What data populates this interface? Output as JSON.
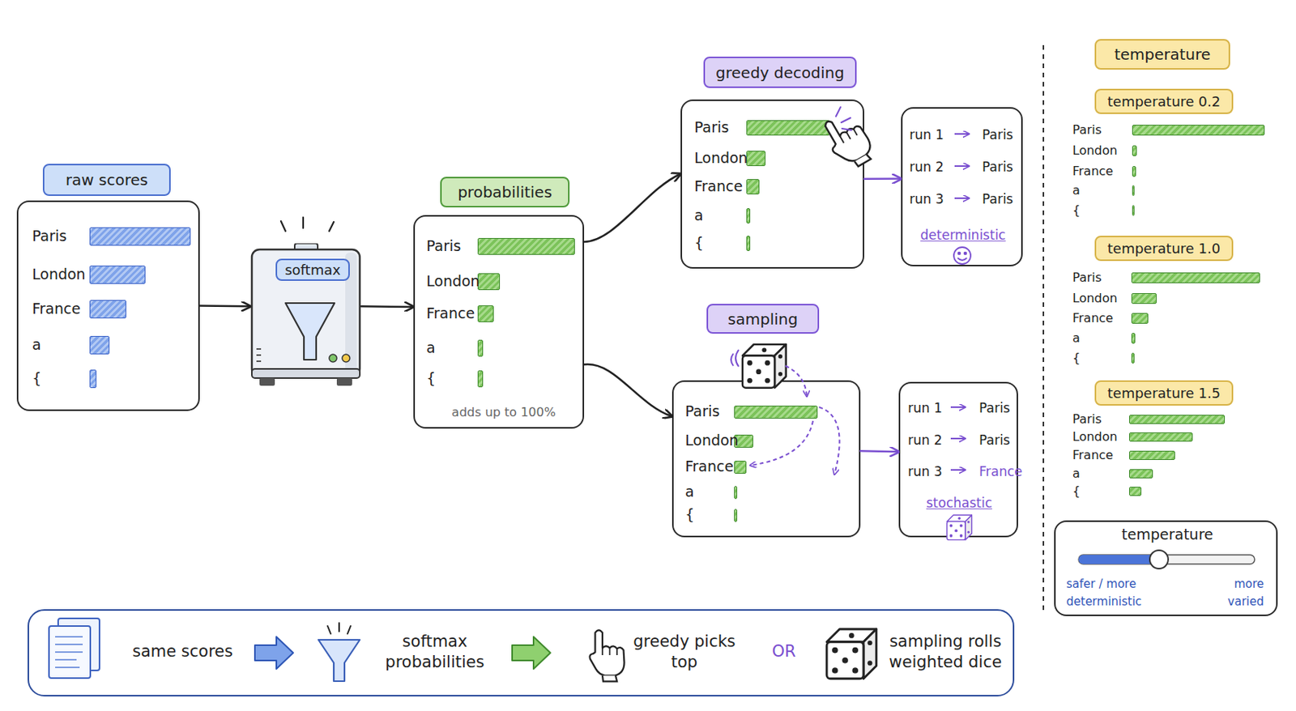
{
  "diagram": {
    "nodes": [
      {
        "text": [
          "raw scores",
          "Paris",
          "London",
          "France",
          "a",
          "{"
        ]
      },
      {
        "text": [
          "softmax"
        ]
      },
      {
        "text": [
          "probabilities",
          "Paris",
          "London",
          "France",
          "a",
          "{",
          "adds up to 100%"
        ]
      },
      {
        "text": [
          "greedy decoding",
          "Paris",
          "London",
          "France",
          "a",
          "{"
        ]
      },
      {
        "text": [
          "run 1",
          "Paris",
          "run 2",
          "Paris",
          "run 3",
          "Paris",
          "deterministic"
        ]
      },
      {
        "text": [
          "sampling",
          "Paris",
          "London",
          "France",
          "a",
          "{"
        ]
      },
      {
        "text": [
          "run 1",
          "Paris",
          "run 2",
          "Paris",
          "run 3",
          "France",
          "stochastic"
        ]
      },
      {
        "text": [
          "temperature"
        ]
      },
      {
        "text": [
          "temperature 0.2"
        ]
      },
      {
        "text": [
          "temperature 1.0"
        ]
      },
      {
        "text": [
          "temperature 1.5"
        ]
      },
      {
        "text": [
          "temperature",
          "safer / more deterministic",
          "more varied"
        ]
      },
      {
        "text": [
          "same scores",
          "softmax probabilities",
          "greedy picks top",
          "OR",
          "sampling rolls weighted dice"
        ]
      }
    ],
    "edges": [
      {
        "from": 0,
        "to": 1,
        "arrow": "to"
      },
      {
        "from": 1,
        "to": 2,
        "arrow": "to"
      },
      {
        "from": 2,
        "to": 3,
        "arrow": "to"
      },
      {
        "from": 2,
        "to": 5,
        "arrow": "to"
      },
      {
        "from": 3,
        "to": 4,
        "arrow": "to"
      },
      {
        "from": 5,
        "to": 6,
        "arrow": "to"
      }
    ],
    "labels": [
      "Paris",
      "London",
      "France",
      "a",
      "{",
      "Paris",
      "London",
      "France",
      "a",
      "{",
      "Paris",
      "London",
      "France",
      "a",
      "{"
    ]
  }
}
